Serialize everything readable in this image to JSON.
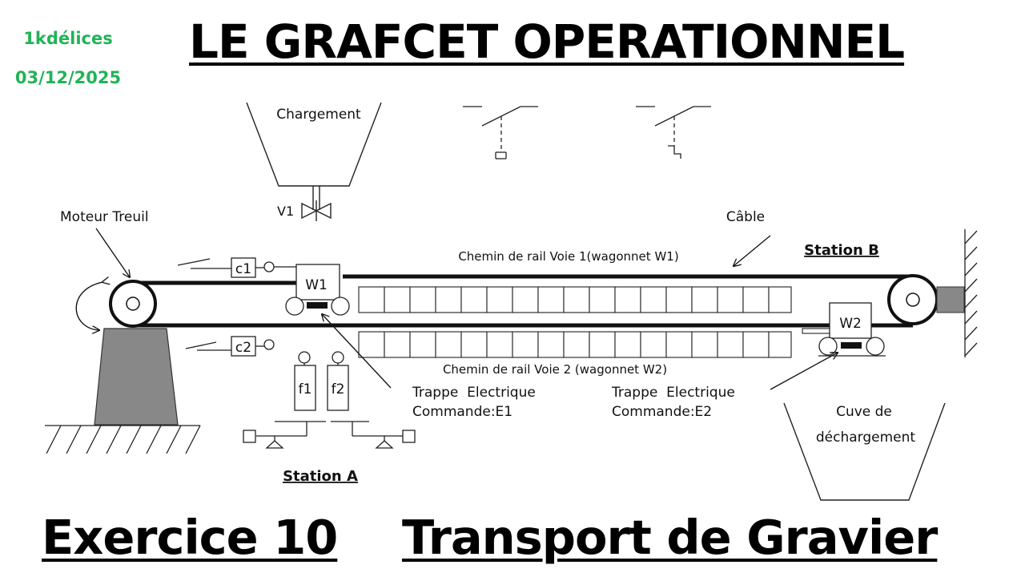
{
  "brand": {
    "name": "1kdélices",
    "date": "03/12/2025",
    "color": "#22b357"
  },
  "title": "LE GRAFCET OPERATIONNEL",
  "exercise": "Exercice 10",
  "subject": "Transport de Gravier",
  "diagram": {
    "hopper_label": "Chargement",
    "valve_label": "V1",
    "motor_label": "Moteur Treuil",
    "cable_label": "Câble",
    "station_a": "Station A",
    "station_b": "Station B",
    "rail1_label": "Chemin de rail Voie 1(wagonnet W1)",
    "rail2_label": "Chemin de rail Voie 2 (wagonnet W2)",
    "wagon1": "W1",
    "wagon2": "W2",
    "sensor_c1": "c1",
    "sensor_c2": "c2",
    "sensor_f1": "f1",
    "sensor_f2": "f2",
    "trap1_line1": "Trappe  Electrique",
    "trap1_line2": "Commande:E1",
    "trap2_line1": "Trappe  Electrique",
    "trap2_line2": "Commande:E2",
    "tank_line1": "Cuve de",
    "tank_line2": "déchargement"
  }
}
